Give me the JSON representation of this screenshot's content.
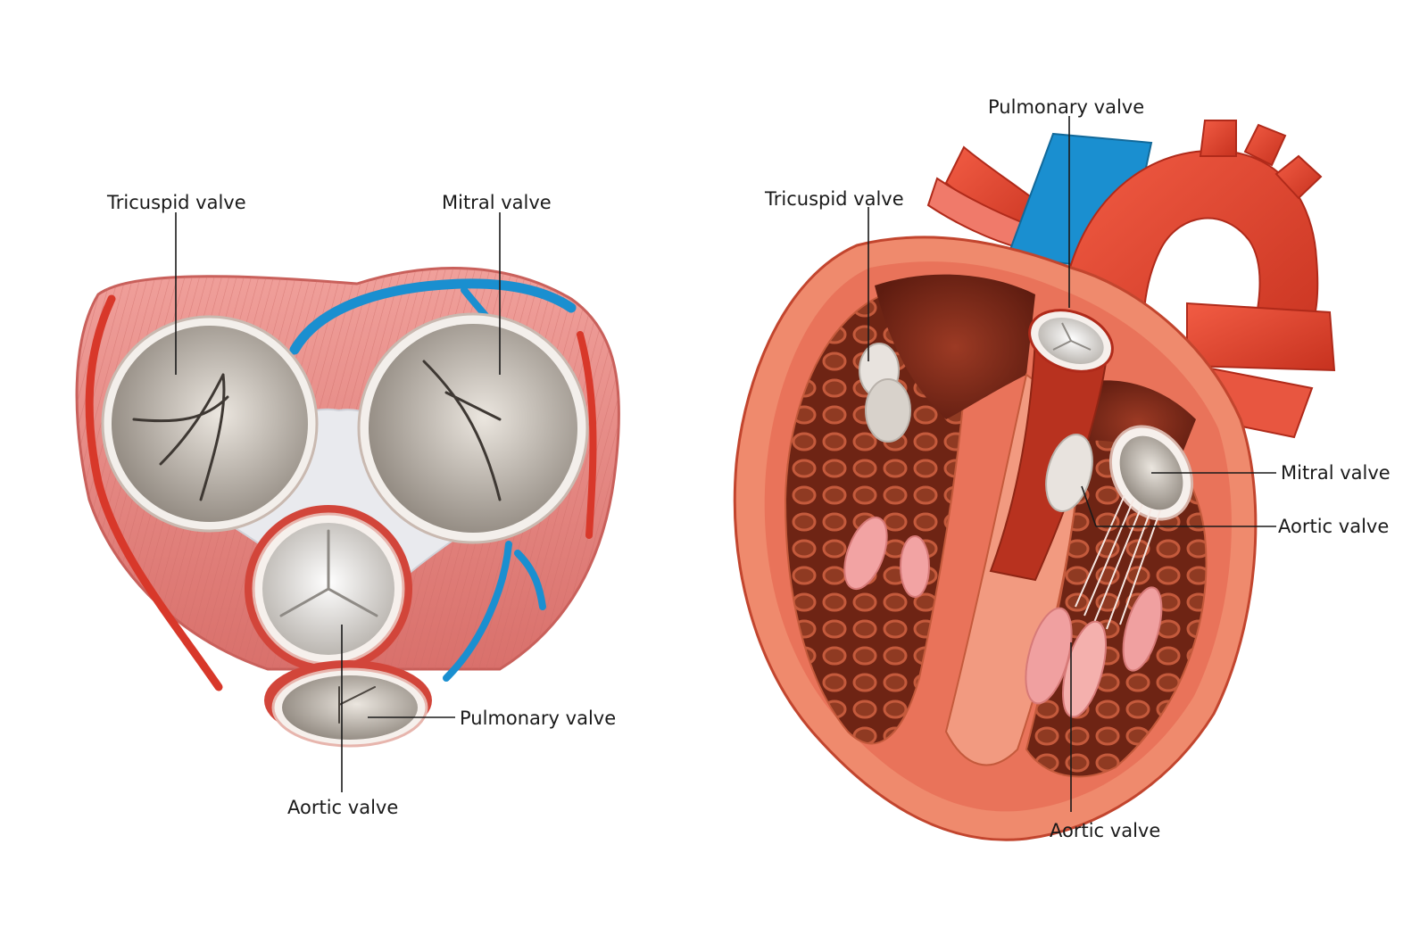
{
  "left_figure": {
    "labels": {
      "tricuspid": "Tricuspid valve",
      "mitral": "Mitral valve",
      "pulmonary": "Pulmonary valve",
      "aortic": "Aortic valve"
    }
  },
  "right_figure": {
    "labels": {
      "pulmonary": "Pulmonary valve",
      "tricuspid": "Tricuspid valve",
      "mitral": "Mitral valve",
      "aortic_right": "Aortic valve",
      "aortic_bottom": "Aortic valve"
    }
  },
  "colors": {
    "muscle": "#e98e8a",
    "muscle_dark": "#cf6a66",
    "artery": "#e2452f",
    "vein": "#1a8fd0",
    "valve": "#bdb6ad",
    "valve_ring": "#f4f0ec",
    "chamber": "#7a2a1a",
    "myocardium": "#e9735a"
  }
}
